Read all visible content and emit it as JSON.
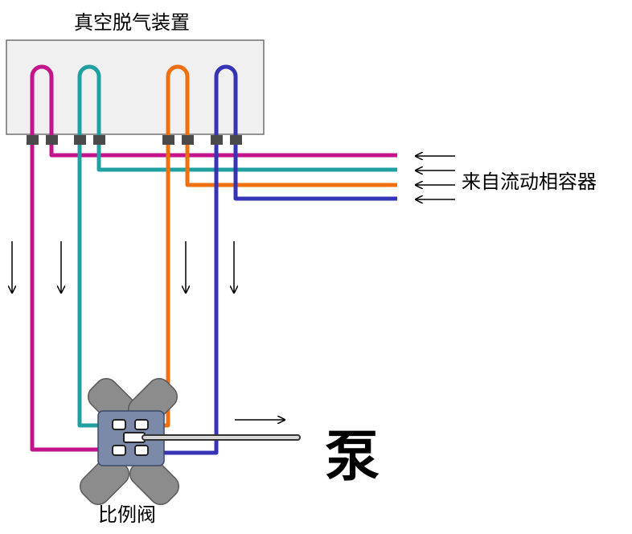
{
  "labels": {
    "degasser": "真空脱气装置",
    "source": "来自流动相容器",
    "pump": "泵",
    "valve": "比例阀"
  },
  "channels": [
    {
      "name": "magenta",
      "color": "#c4148c"
    },
    {
      "name": "teal",
      "color": "#20a0a0"
    },
    {
      "name": "orange",
      "color": "#f07010"
    },
    {
      "name": "blue",
      "color": "#3434b4"
    }
  ],
  "colors": {
    "degasser_box_fill": "#f0f0f0",
    "degasser_box_stroke": "#707070",
    "fitting": "#4a4a4a",
    "valve_body": "#7a8aa8",
    "valve_legs": "#8c8c8c",
    "outlet_tube": "#b0b0b0"
  },
  "arrows": {
    "inlet_direction": "left",
    "down_flow_direction": "down",
    "outlet_direction": "right"
  }
}
